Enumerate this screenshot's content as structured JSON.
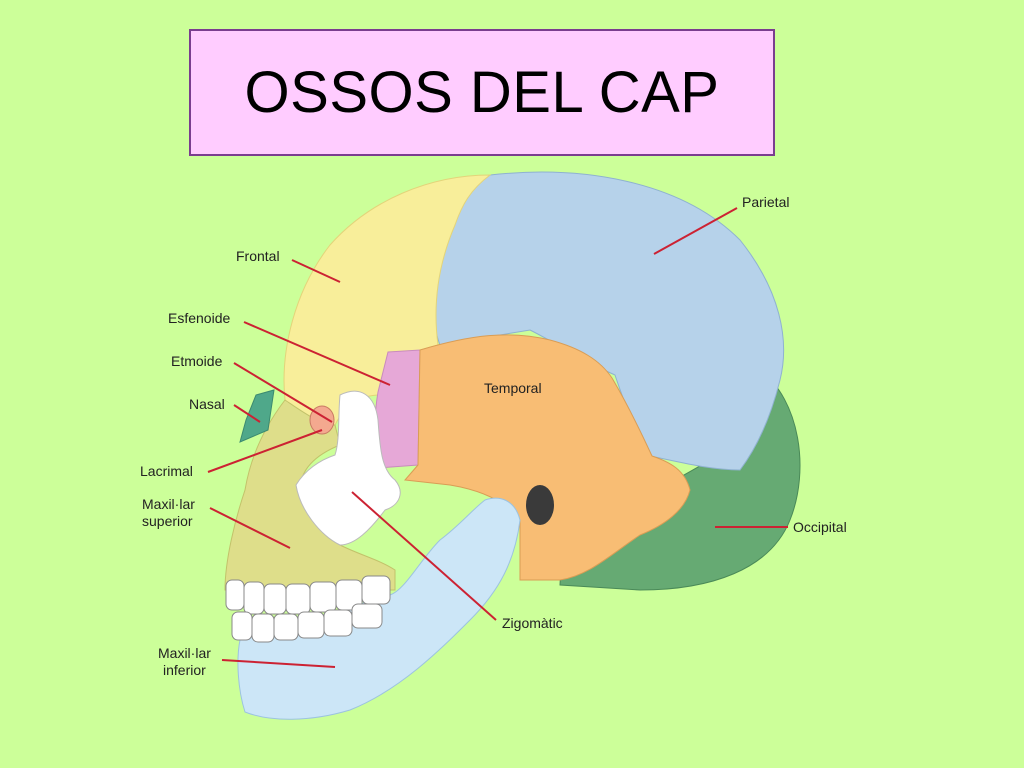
{
  "title": "OSSOS DEL CAP",
  "labels": {
    "parietal": "Parietal",
    "frontal": "Frontal",
    "esfenoide": "Esfenoide",
    "etmoide": "Etmoide",
    "temporal": "Temporal",
    "nasal": "Nasal",
    "lacrimal": "Lacrimal",
    "maxil_superior_1": "Maxil·lar",
    "maxil_superior_2": "superior",
    "occipital": "Occipital",
    "zigomatic": "Zigomàtic",
    "maxil_inferior_1": "Maxil·lar",
    "maxil_inferior_2": "inferior"
  },
  "colors": {
    "background": "#ccff99",
    "title_box": "#ffccff",
    "title_border": "#7a3d8f",
    "frontal": "#f8ee9a",
    "parietal": "#b6d2ea",
    "temporal": "#f8bd74",
    "occipital": "#66aa73",
    "esfenoide": "#e6a8d7",
    "zigomatic": "#ffffff",
    "maxil_superior": "#dede8a",
    "maxil_inferior": "#cce6f7",
    "nasal": "#4fa88a",
    "leader_line": "#cc2233"
  }
}
